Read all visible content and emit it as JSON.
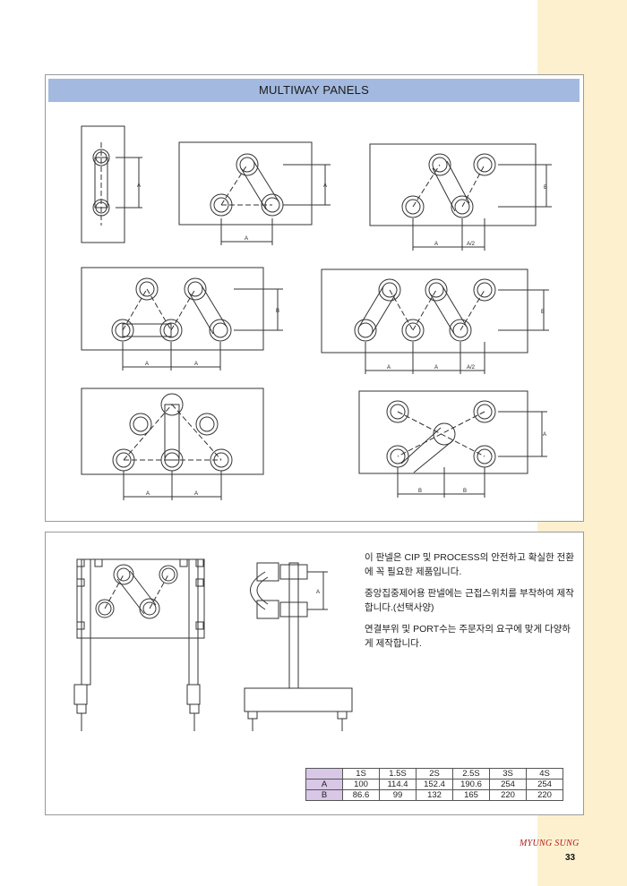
{
  "header": {
    "title": "MULTIWAY PANELS"
  },
  "description": {
    "p1": "이 판넬은 CIP 및 PROCESS의 안전하고 확실한 전환에 꼭 필요한 제품입니다.",
    "p2": "중앙집중제어용 판넬에는 근접스위치를 부착하여 제작합니다.(선택사양)",
    "p3": "연결부위 및 PORT수는 주문자의 요구에 맞게 다양하게 제작합니다."
  },
  "table": {
    "columns": [
      "1S",
      "1.5S",
      "2S",
      "2.5S",
      "3S",
      "4S"
    ],
    "rows": [
      {
        "label": "A",
        "values": [
          "100",
          "114.4",
          "152.4",
          "190.6",
          "254",
          "254"
        ]
      },
      {
        "label": "B",
        "values": [
          "86.6",
          "99",
          "132",
          "165",
          "220",
          "220"
        ]
      }
    ]
  },
  "dimension_labels": {
    "a": "A",
    "b": "B",
    "half_a": "A/2"
  },
  "footer": {
    "brand": "MYUNG SUNG",
    "page": "33"
  }
}
